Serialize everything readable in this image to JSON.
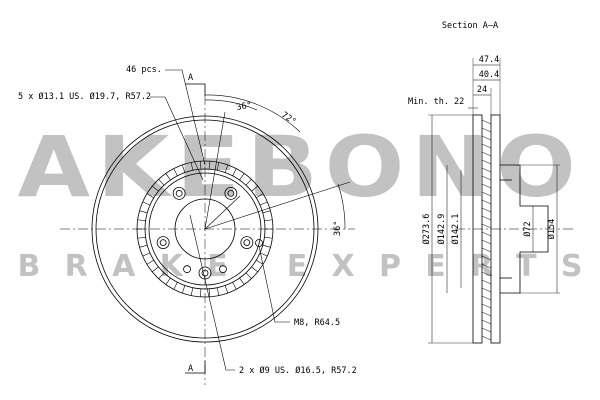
{
  "drawing": {
    "section_title": "Section A–A",
    "teeth_count": "46 pcs.",
    "bolt_spec": "5 x Ø13.1 US. Ø19.7, R57.2",
    "section_marker": "A",
    "angle_small": "36°",
    "angle_large": "72°",
    "angle_side": "36°",
    "thread_spec": "M8, R64.5",
    "hole_spec": "2 x Ø9 US. Ø16.5, R57.2",
    "min_thickness": "Min. th. 22",
    "dim_total_width": "47.4",
    "dim_disc_width": "40.4",
    "dim_thickness": "24",
    "dim_outer_dia": "Ø273.6",
    "dim_hat_dia": "Ø142.9",
    "dim_hub_dia": "Ø142.1",
    "dim_bore_dia": "Ø72",
    "dim_flange_dia": "Ø154"
  },
  "watermark": {
    "brand": "AKEBONO",
    "tagline": "BRAKE EXPERTS",
    "color": "#b8b8b8"
  }
}
